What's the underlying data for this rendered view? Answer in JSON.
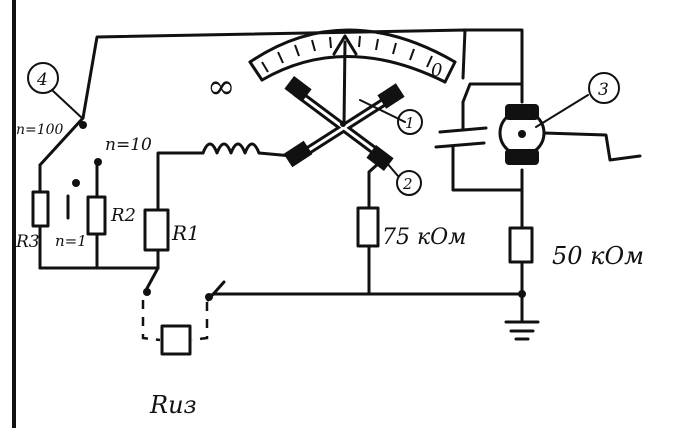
{
  "diagram": {
    "labels": {
      "infinity": "∞",
      "zero": "0",
      "n100": "n=100",
      "n10": "n=10",
      "n1": "n=1",
      "r1": "R1",
      "r2": "R2",
      "r3": "R3",
      "r75": "75 кОм",
      "r50": "50 кОм",
      "rx": "Rиз"
    },
    "callouts": {
      "c1": "1",
      "c2": "2",
      "c3": "3",
      "c4": "4"
    }
  }
}
